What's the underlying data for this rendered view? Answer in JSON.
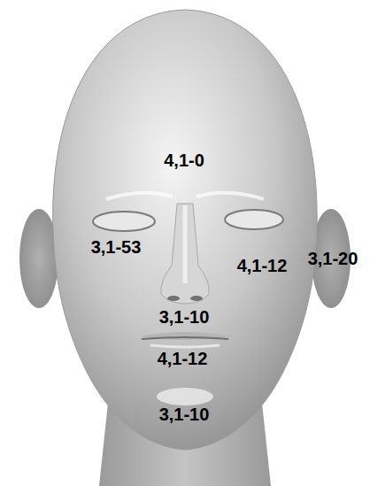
{
  "diagram": {
    "labels": [
      "4,1-0",
      "3,1-53",
      "3,1-20",
      "4,1-12",
      "3,1-10",
      "4,1-12",
      "3,1-10"
    ]
  }
}
